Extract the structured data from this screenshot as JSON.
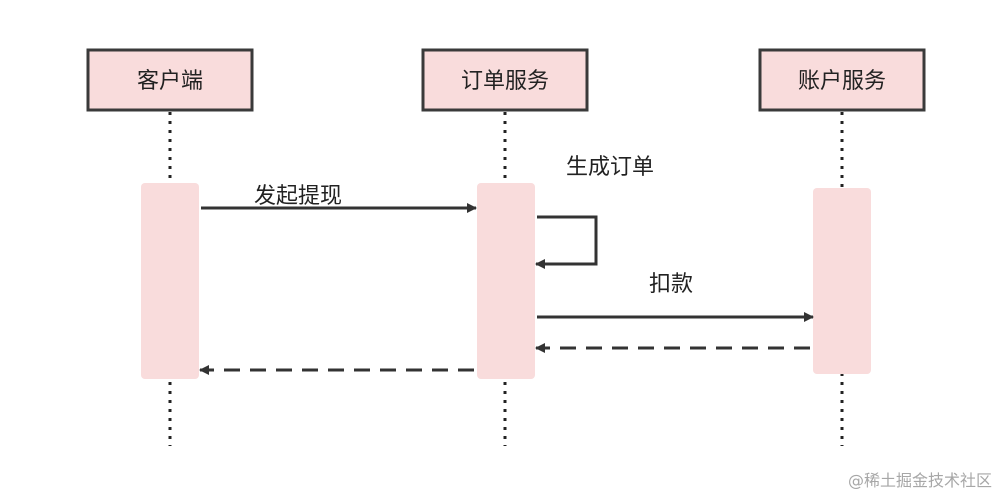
{
  "participants": {
    "client": {
      "label": "客户端"
    },
    "order_service": {
      "label": "订单服务"
    },
    "account_service": {
      "label": "账户服务"
    }
  },
  "messages": {
    "initiate_withdrawal": {
      "label": "发起提现"
    },
    "create_order": {
      "label": "生成订单"
    },
    "deduct": {
      "label": "扣款"
    }
  },
  "watermark": {
    "text": "@稀土掘金技术社区"
  },
  "colors": {
    "box_fill": "#f9dcdc",
    "stroke": "#333333",
    "text": "#222222",
    "watermark": "#a7a7a7"
  }
}
